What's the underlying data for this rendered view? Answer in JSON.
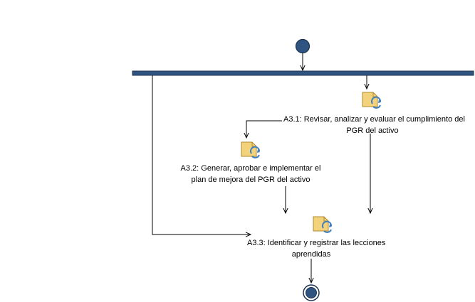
{
  "diagram": {
    "activities": [
      {
        "id": "A3.1",
        "line1": "A3.1: Revisar, analizar y evaluar el cumplimiento del",
        "line2": "PGR del activo",
        "icon": "activity-task-icon"
      },
      {
        "id": "A3.2",
        "line1": "A3.2: Generar, aprobar e implementar el",
        "line2": "plan de mejora del PGR del activo",
        "icon": "activity-task-icon"
      },
      {
        "id": "A3.3",
        "line1": "A3.3: Identificar y registrar las lecciones",
        "line2": "aprendidas",
        "icon": "activity-task-icon"
      }
    ],
    "colors": {
      "node_fill": "#2f5481",
      "node_stroke": "#1b3350",
      "icon_fill": "#f2d27a",
      "icon_stroke": "#b08a2c",
      "icon_arrows": "#3f7fbf",
      "edge": "#000000"
    }
  }
}
